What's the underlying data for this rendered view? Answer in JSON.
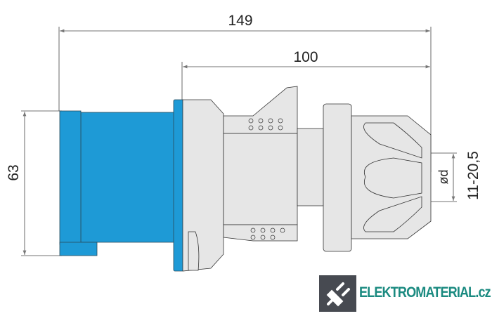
{
  "drawing": {
    "dimensions": {
      "overall_length": "149",
      "plug_length": "100",
      "height": "63",
      "cable_diameter_symbol": "ød",
      "cable_diameter_range": "11-20,5"
    },
    "colors": {
      "housing": "#1e9ad6",
      "body": "#e6e6e6",
      "outline": "#333333"
    }
  },
  "logo": {
    "text": "ELEKTROMATERIAL.cz",
    "colors": {
      "tile": "#474a51",
      "text": "#1a8a80"
    }
  }
}
